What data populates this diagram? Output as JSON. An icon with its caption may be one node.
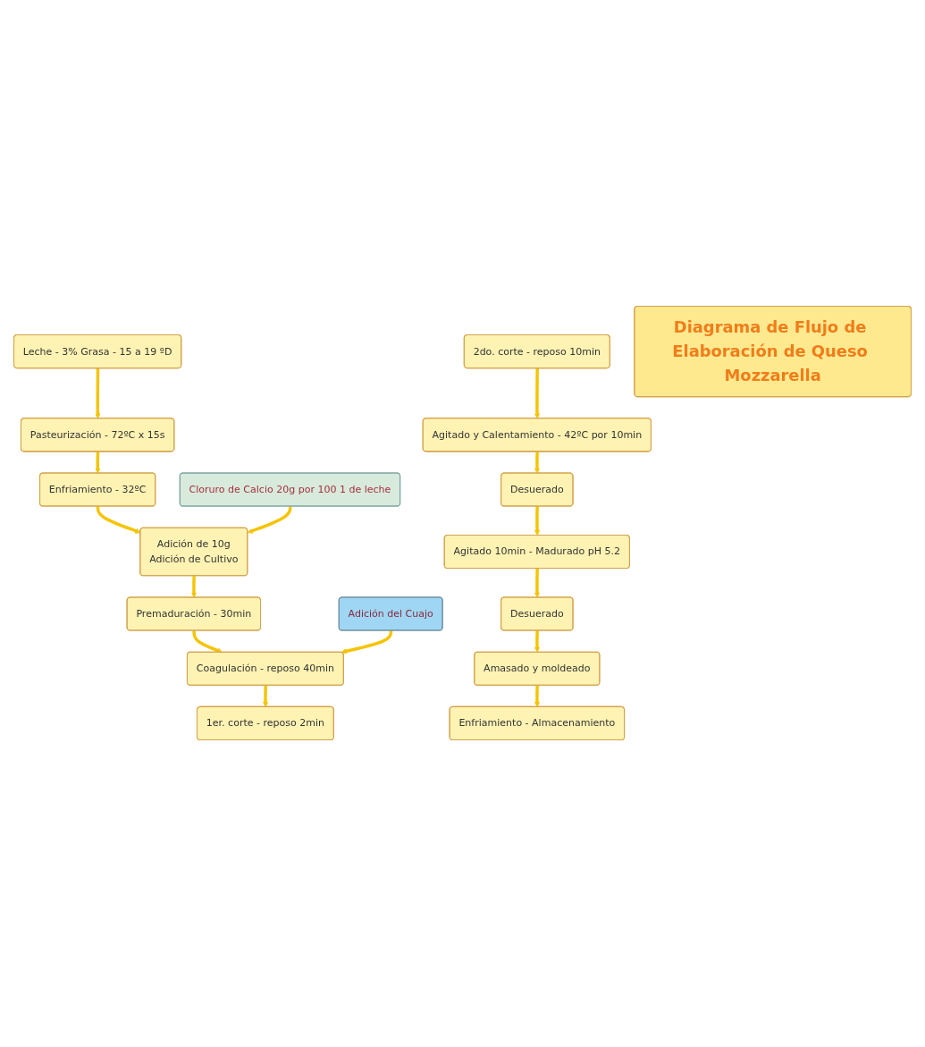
{
  "diagram": {
    "nodes": [
      {
        "text": [
          "Leche - 3% Grasa - 15 a 19 ºD"
        ]
      },
      {
        "text": [
          "Pasteurización - 72ºC x 15s"
        ]
      },
      {
        "text": [
          "Cloruro de Calcio 20g por 100 1 de leche"
        ]
      },
      {
        "text": [
          "Enfriamiento - 32ºC"
        ]
      },
      {
        "text": [
          "Adición de 10g",
          "Adición de Cultivo"
        ]
      },
      {
        "text": [
          "Adición del Cuajo"
        ]
      },
      {
        "text": [
          "Premaduración - 30min"
        ]
      },
      {
        "text": [
          "Coagulación - reposo 40min"
        ]
      },
      {
        "text": [
          "1er. corte - reposo 2min"
        ]
      },
      {
        "text": [
          "2do. corte - reposo 10min"
        ]
      },
      {
        "text": [
          "Diagrama de Flujo de Elaboración de Queso Mozzarella"
        ]
      },
      {
        "text": [
          "Agitado y Calentamiento - 42ºC por 10min"
        ]
      },
      {
        "text": [
          "Desuerado"
        ]
      },
      {
        "text": [
          "Agitado 10min - Madurado pH 5.2"
        ]
      },
      {
        "text": [
          "Desuerado"
        ]
      },
      {
        "text": [
          "Amasado y moldeado"
        ]
      },
      {
        "text": [
          "Enfriamiento - Almacenamiento"
        ]
      }
    ],
    "edges": [
      {
        "from": 0,
        "to": 1,
        "arrow": "to"
      },
      {
        "from": 1,
        "to": 3,
        "arrow": "to"
      },
      {
        "from": 3,
        "to": 4,
        "arrow": "to"
      },
      {
        "from": 2,
        "to": 4,
        "arrow": "to"
      },
      {
        "from": 4,
        "to": 6,
        "arrow": "to"
      },
      {
        "from": 6,
        "to": 7,
        "arrow": "to"
      },
      {
        "from": 5,
        "to": 7,
        "arrow": "to"
      },
      {
        "from": 7,
        "to": 8,
        "arrow": "to"
      },
      {
        "from": 9,
        "to": 11,
        "arrow": "to"
      },
      {
        "from": 11,
        "to": 12,
        "arrow": "to"
      },
      {
        "from": 12,
        "to": 13,
        "arrow": "to"
      },
      {
        "from": 13,
        "to": 14,
        "arrow": "to"
      },
      {
        "from": 14,
        "to": 15,
        "arrow": "to"
      },
      {
        "from": 15,
        "to": 16,
        "arrow": "to"
      }
    ]
  }
}
